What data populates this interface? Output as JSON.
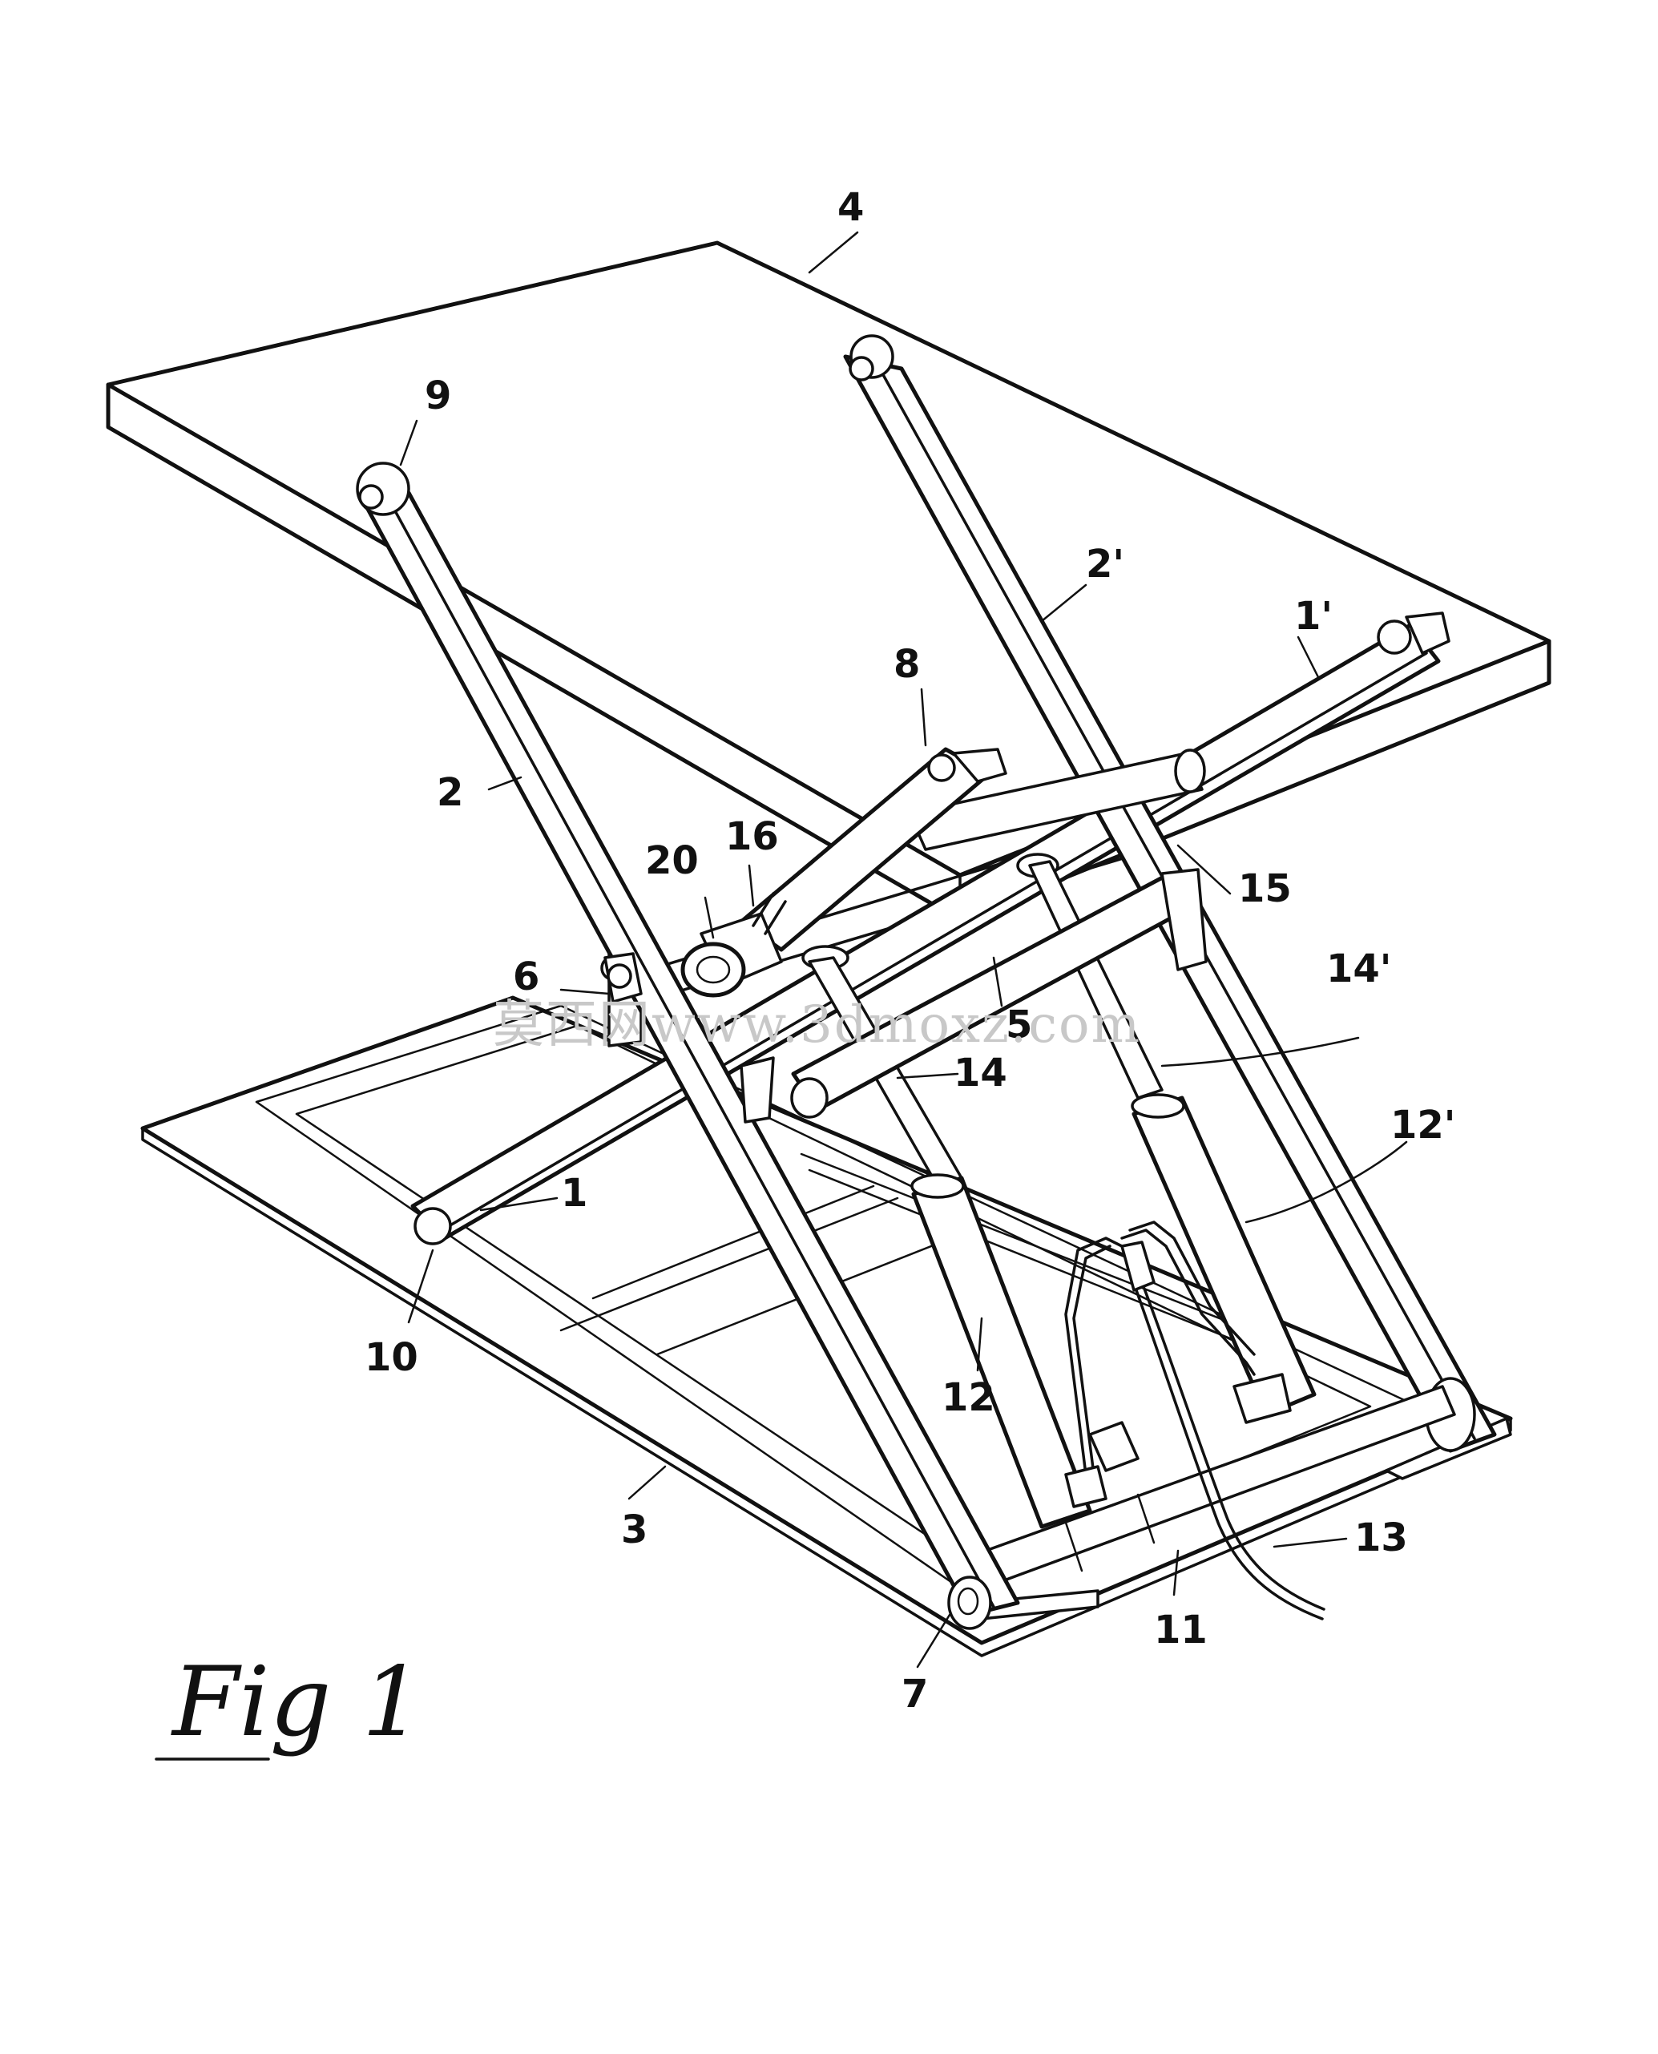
{
  "figure": {
    "caption": "Fig 1",
    "watermark": "莫西网www.3dmoxz.com"
  },
  "labels": [
    {
      "id": "label-4",
      "text": "4"
    },
    {
      "id": "label-9",
      "text": "9"
    },
    {
      "id": "label-2prime",
      "text": "2'"
    },
    {
      "id": "label-1prime",
      "text": "1'"
    },
    {
      "id": "label-8",
      "text": "8"
    },
    {
      "id": "label-2",
      "text": "2"
    },
    {
      "id": "label-20",
      "text": "20"
    },
    {
      "id": "label-16",
      "text": "16"
    },
    {
      "id": "label-15",
      "text": "15"
    },
    {
      "id": "label-6",
      "text": "6"
    },
    {
      "id": "label-5",
      "text": "5"
    },
    {
      "id": "label-14prime",
      "text": "14'"
    },
    {
      "id": "label-14",
      "text": "14"
    },
    {
      "id": "label-12prime",
      "text": "12'"
    },
    {
      "id": "label-1",
      "text": "1"
    },
    {
      "id": "label-10",
      "text": "10"
    },
    {
      "id": "label-12",
      "text": "12"
    },
    {
      "id": "label-3",
      "text": "3"
    },
    {
      "id": "label-13",
      "text": "13"
    },
    {
      "id": "label-11",
      "text": "11"
    },
    {
      "id": "label-7",
      "text": "7"
    }
  ]
}
